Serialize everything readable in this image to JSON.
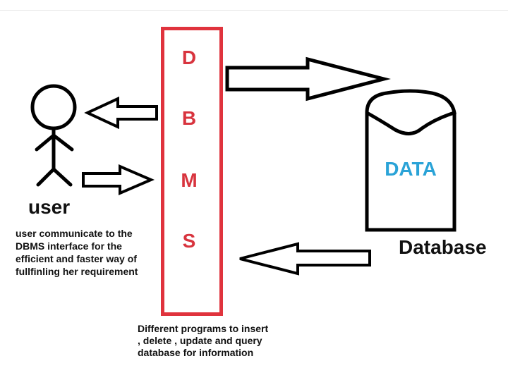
{
  "dbms": {
    "letters": [
      "D",
      "B",
      "M",
      "S"
    ],
    "description": "Different programs to insert , delete , update and query database for information"
  },
  "user": {
    "label": "user",
    "description": "user communicate to the DBMS interface for the efficient and faster way of fullfinling her requirement"
  },
  "database": {
    "label": "Database",
    "content_label": "DATA"
  },
  "colors": {
    "dbms_border": "#e0333d",
    "dbms_text": "#d8343e",
    "data_text": "#2aa3d7",
    "stroke": "#000000"
  }
}
